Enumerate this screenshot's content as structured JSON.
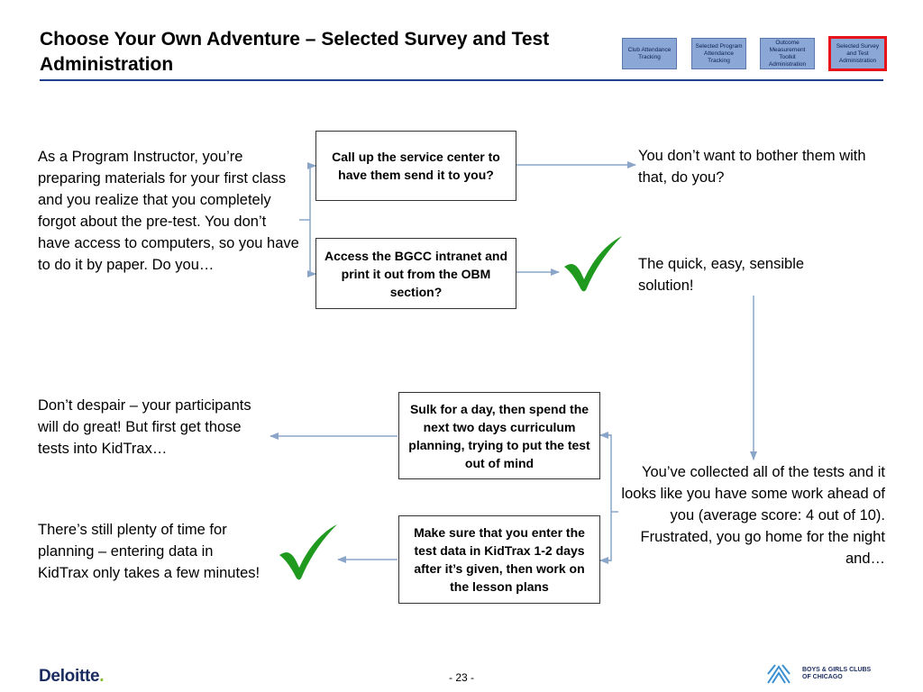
{
  "title": "Choose Your Own Adventure – Selected Survey and Test Administration",
  "nav_tabs": [
    {
      "label": "Club Attendance Tracking",
      "active": false
    },
    {
      "label": "Selected Program Attendance Tracking",
      "active": false
    },
    {
      "label": "Outcome Measurement Toolkit Administration",
      "active": false
    },
    {
      "label": "Selected Survey and Test Administration",
      "active": true
    }
  ],
  "scenario_text": "As a Program Instructor, you’re preparing materials for your first class and you realize that you completely forgot about the pre-test.  You don’t have access to computers, so you have to do it by paper.  Do you…",
  "choices": {
    "service_center": "Call up the service center to have them send it to you?",
    "bgcc_intranet": "Access the BGCC intranet and print it out from the OBM section?",
    "sulk": "Sulk for a day, then spend the next two days curriculum planning, trying to put the test out of mind",
    "enter_data": "Make sure that you enter the test data in KidTrax 1-2 days after it’s given, then work on the lesson plans"
  },
  "outcomes": {
    "bother_them": "You don’t want to bother them with that, do you?",
    "quick_easy": "The quick, easy, sensible solution!",
    "collected_tests": "You’ve collected all of the tests and it looks like you have some work ahead of you (average score: 4 out of 10).  Frustrated, you go home for the night and…",
    "dont_despair": "Don’t despair – your participants will do great!  But first get those tests into KidTrax…",
    "plenty_time": "There’s still plenty of time for planning – entering data in KidTrax only takes a few minutes!"
  },
  "footer": {
    "page_number": "- 23 -",
    "brand": "Deloitte",
    "brand_dot": ".",
    "partner_line1": "BOYS & GIRLS CLUBS",
    "partner_line2": "OF CHICAGO"
  },
  "colors": {
    "title_rule": "#1f3f8f",
    "tab_fill": "#8ba7d6",
    "tab_active_border": "#e8141c",
    "arrow": "#8aa5c8",
    "check": "#1f9a1f"
  },
  "icons": [
    "checkmark-icon",
    "bgc-logo-icon"
  ]
}
